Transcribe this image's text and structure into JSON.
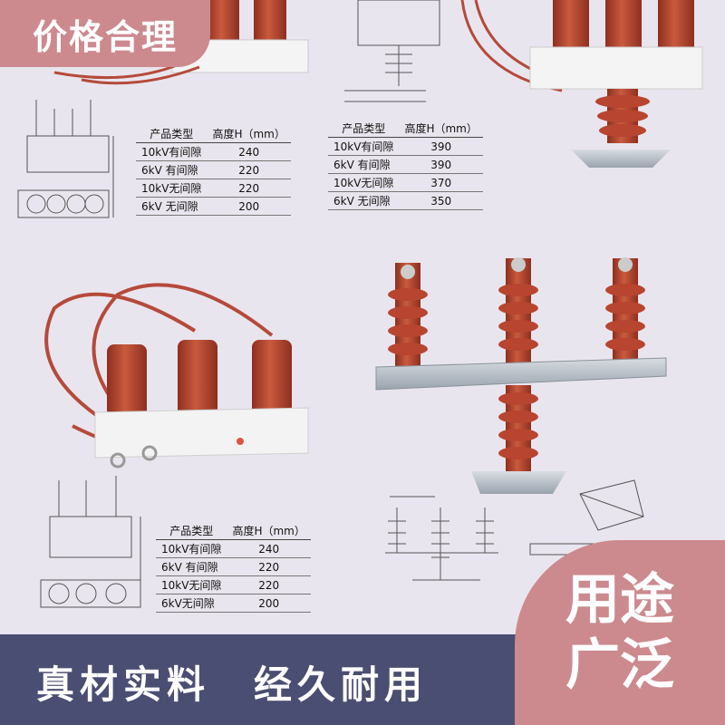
{
  "banner_top_left": "价格合理",
  "slogan": "真材实料　经久耐用",
  "badge": {
    "line1": "用途",
    "line2": "广泛"
  },
  "tables": [
    {
      "headers": [
        "产品类型",
        "高度H（mm）"
      ],
      "rows": [
        [
          "10kV有间隙",
          "240"
        ],
        [
          "6kV 有间隙",
          "220"
        ],
        [
          "10kV无间隙",
          "220"
        ],
        [
          "6kV 无间隙",
          "200"
        ]
      ]
    },
    {
      "headers": [
        "产品类型",
        "高度H（mm）"
      ],
      "rows": [
        [
          "10kV有间隙",
          "390"
        ],
        [
          "6kV 有间隙",
          "390"
        ],
        [
          "10kV无间隙",
          "370"
        ],
        [
          "6kV 无间隙",
          "350"
        ]
      ]
    },
    {
      "headers": [
        "产品类型",
        "高度H（mm）"
      ],
      "rows": [
        [
          "10kV有间隙",
          "240"
        ],
        [
          "6kV 有间隙",
          "220"
        ],
        [
          "10kV无间隙",
          "220"
        ],
        [
          "6kV无间隙",
          "200"
        ]
      ]
    }
  ],
  "colors": {
    "accent_pink": "#cc8a8e",
    "band_navy": "#4a4e72",
    "insulator_red": "#b8452f",
    "page_bg": "#e9e5ee"
  }
}
